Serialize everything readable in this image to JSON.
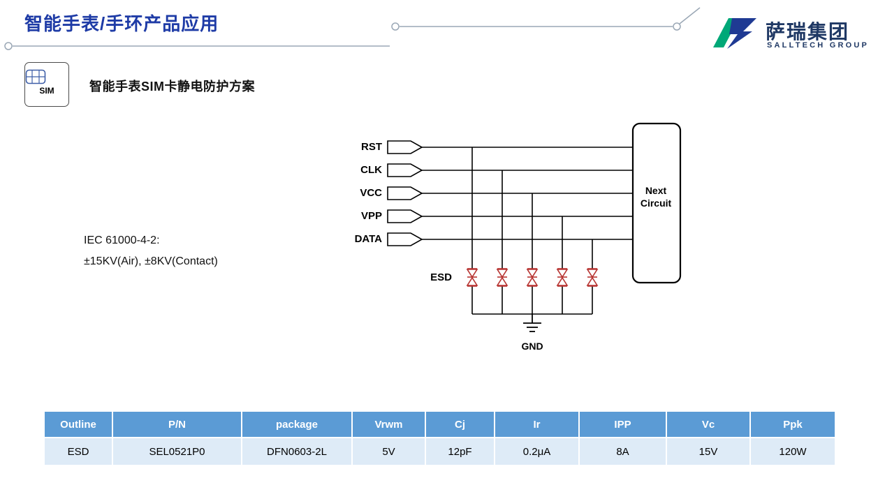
{
  "page_title": "智能手表/手环产品应用",
  "logo": {
    "brand": "萨瑞集团",
    "subbrand": "SALLTECH GROUP"
  },
  "section": {
    "sim_icon_label": "SIM",
    "heading": "智能手表SIM卡静电防护方案"
  },
  "diagram": {
    "signals": [
      "RST",
      "CLK",
      "VCC",
      "VPP",
      "DATA"
    ],
    "esd_label": "ESD",
    "gnd_label": "GND",
    "next_circuit_label": "Next Circuit",
    "iec_line1": "IEC 61000-4-2:",
    "iec_line2": "±15KV(Air), ±8KV(Contact)"
  },
  "table": {
    "headers": [
      "Outline",
      "P/N",
      "package",
      "Vrwm",
      "Cj",
      "Ir",
      "IPP",
      "Vc",
      "Ppk"
    ],
    "rows": [
      [
        "ESD",
        "SEL0521P0",
        "DFN0603-2L",
        "5V",
        "12pF",
        "0.2μA",
        "8A",
        "15V",
        "120W"
      ]
    ]
  },
  "colors": {
    "title_blue": "#1e3ba6",
    "table_header_blue": "#5b9bd5",
    "table_row_blue": "#deebf7",
    "diode_red": "#b73330",
    "logo_green": "#00a878",
    "logo_navy": "#1f3864",
    "decor_gray": "#9aa7b5"
  }
}
